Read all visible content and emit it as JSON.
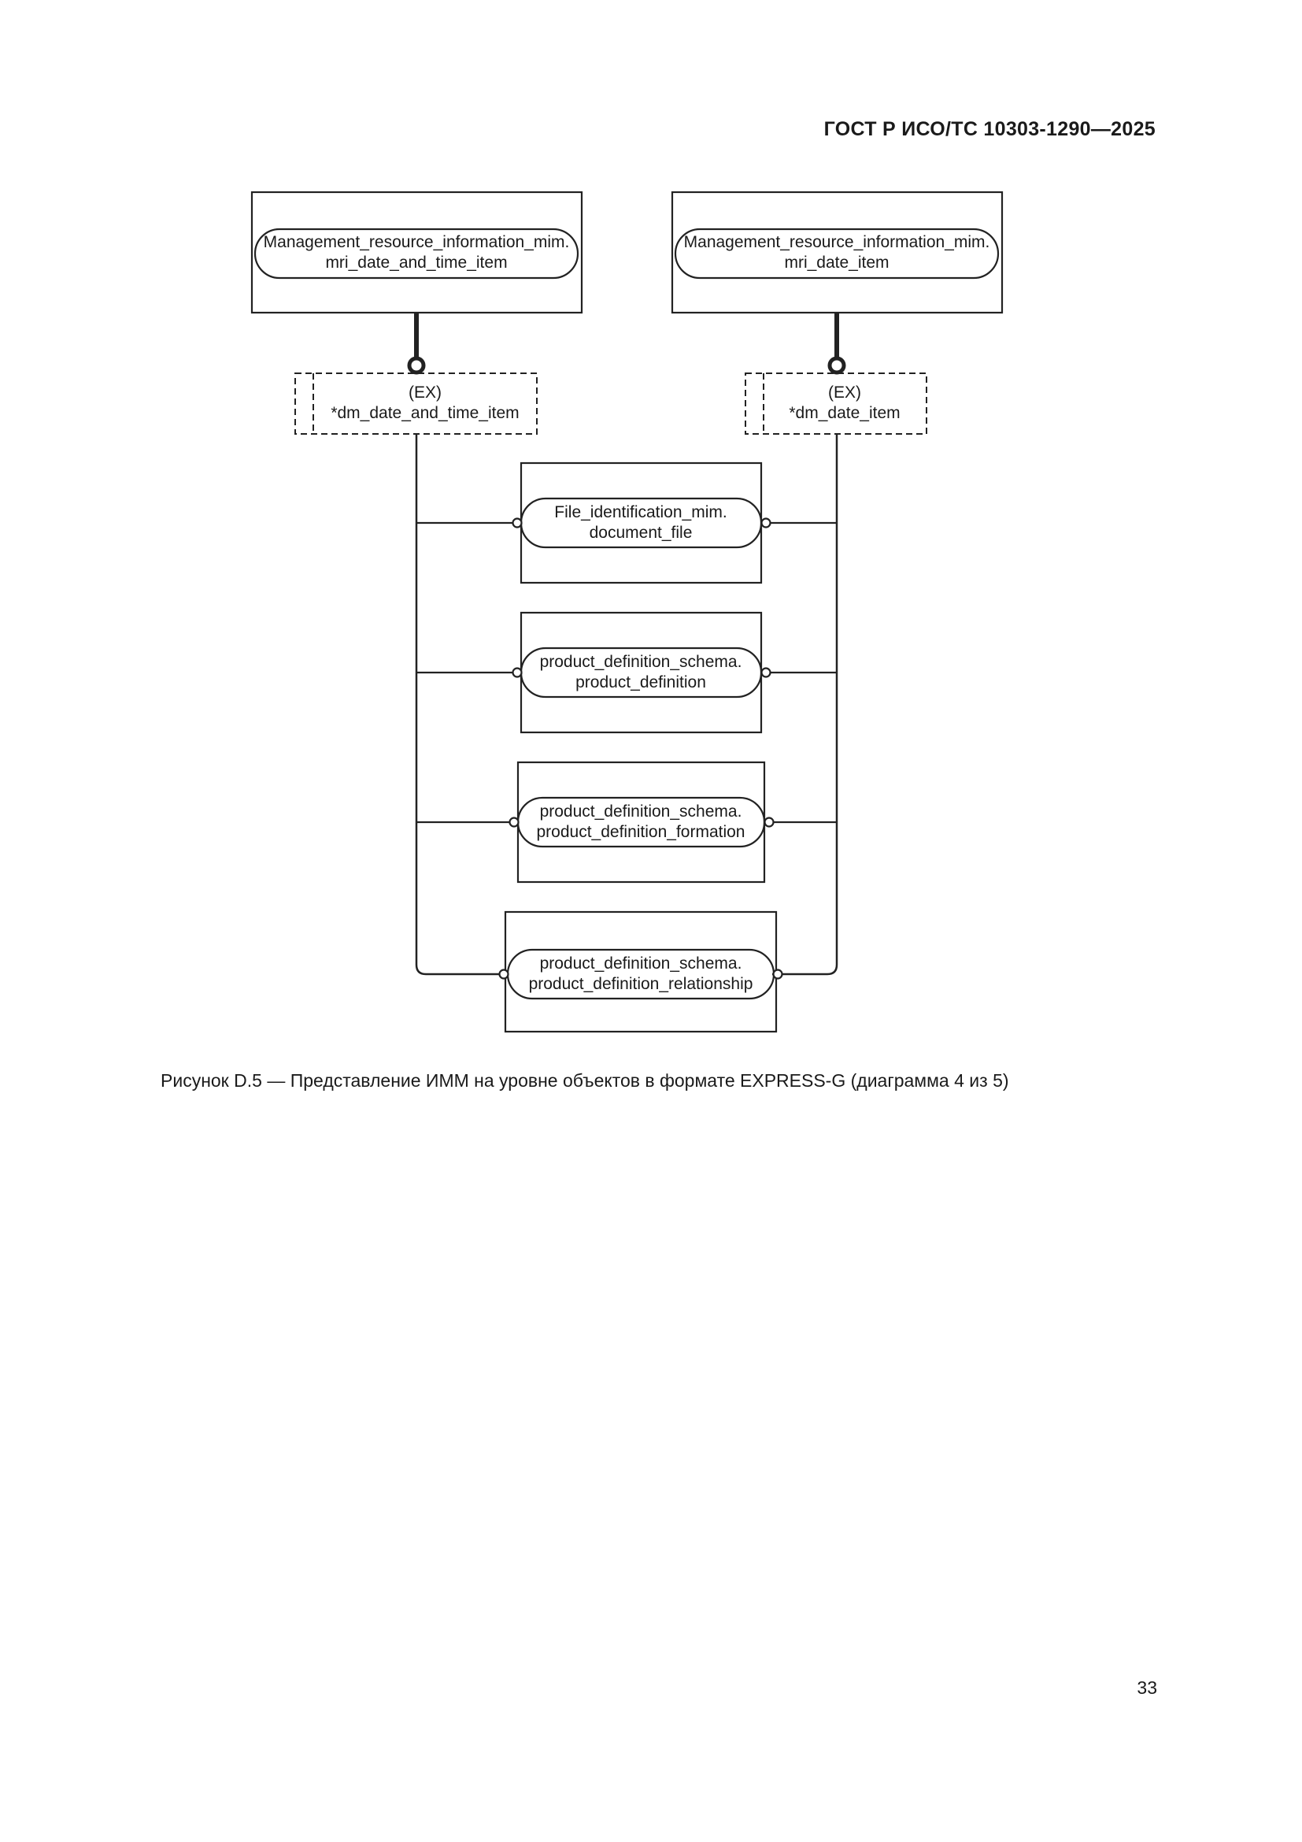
{
  "header": {
    "standard_id": "ГОСТ Р ИСО/ТС 10303-1290—2025"
  },
  "diagram": {
    "top_left": {
      "line1": "Management_resource_information_mim.",
      "line2": "mri_date_and_time_item"
    },
    "top_right": {
      "line1": "Management_resource_information_mim.",
      "line2": "mri_date_item"
    },
    "ex_left": {
      "line1": "(EX)",
      "line2": "*dm_date_and_time_item"
    },
    "ex_right": {
      "line1": "(EX)",
      "line2": "*dm_date_item"
    },
    "entities": [
      {
        "line1": "File_identification_mim.",
        "line2": "document_file"
      },
      {
        "line1": "product_definition_schema.",
        "line2": "product_definition"
      },
      {
        "line1": "product_definition_schema.",
        "line2": "product_definition_formation"
      },
      {
        "line1": "product_definition_schema.",
        "line2": "product_definition_relationship"
      }
    ]
  },
  "caption": "Рисунок D.5 — Представление ИММ на уровне объектов в формате EXPRESS-G (диаграмма 4 из 5)",
  "page_number": "33"
}
